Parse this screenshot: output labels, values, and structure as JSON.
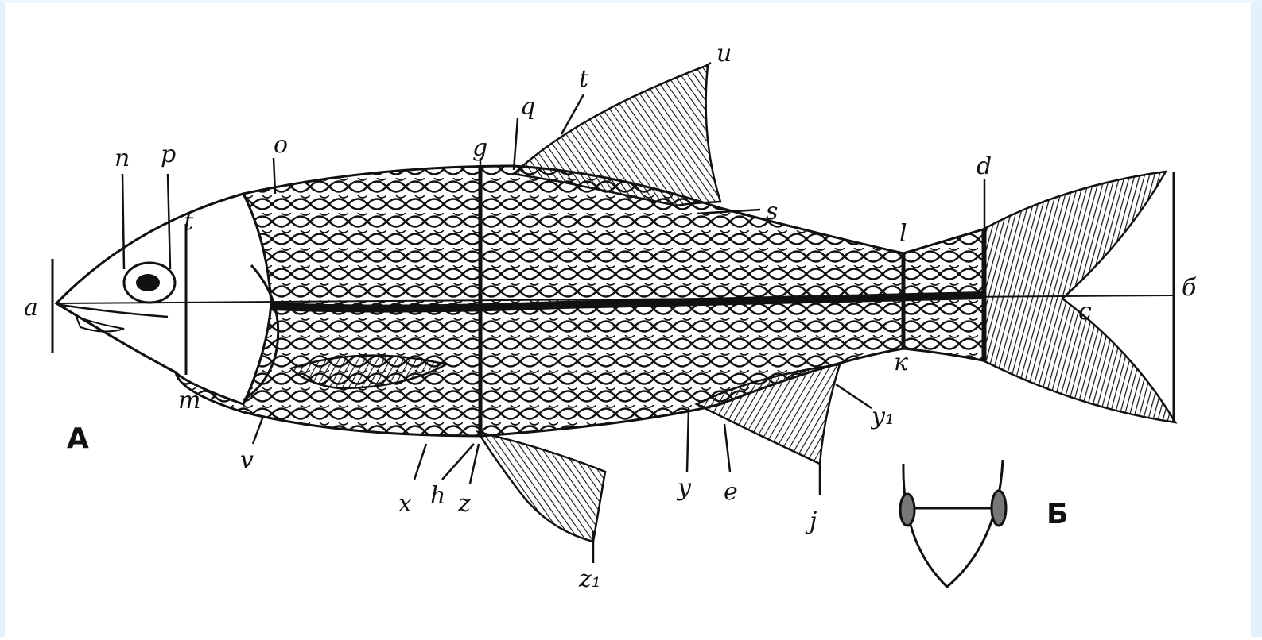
{
  "figure": {
    "panel_labels": {
      "A": "А",
      "B": "Б"
    },
    "point_labels": {
      "a": "а",
      "n": "n",
      "p": "p",
      "t_head": "t",
      "o": "o",
      "g": "g",
      "q": "q",
      "t_fin": "t",
      "u": "u",
      "s": "s",
      "d": "d",
      "l": "l",
      "b": "б",
      "c": "c",
      "k": "к",
      "y1": "y₁",
      "m": "m",
      "v": "v",
      "x": "x",
      "h": "h",
      "z": "z",
      "z1": "z₁",
      "y": "y",
      "e": "e",
      "j": "j"
    },
    "colors": {
      "ink": "#111111",
      "background": "#ffffff",
      "frame": "#e3f1fb"
    }
  }
}
